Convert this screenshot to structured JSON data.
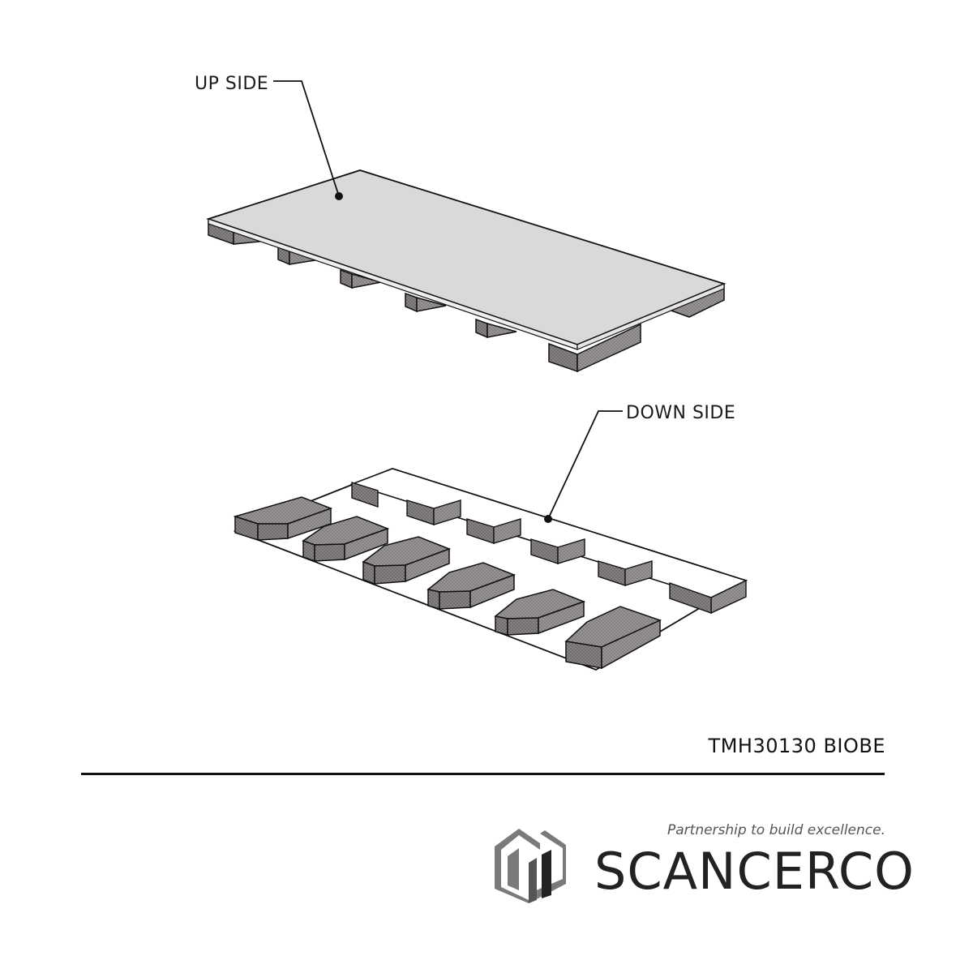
{
  "labels": {
    "up_side": "UP SIDE",
    "down_side": "DOWN SIDE"
  },
  "product": {
    "code": "TMH30130 BIOBE"
  },
  "brand": {
    "name": "SCANCERCO",
    "tagline": "Partnership to build excellence.",
    "logo": "house-logo-icon"
  },
  "colors": {
    "up_surface": "#d9d9d9",
    "block": "#8a8686",
    "block_top": "#9c9898",
    "outline": "#111111",
    "logo_grey": "#7a7a7a",
    "logo_dark": "#222222"
  }
}
